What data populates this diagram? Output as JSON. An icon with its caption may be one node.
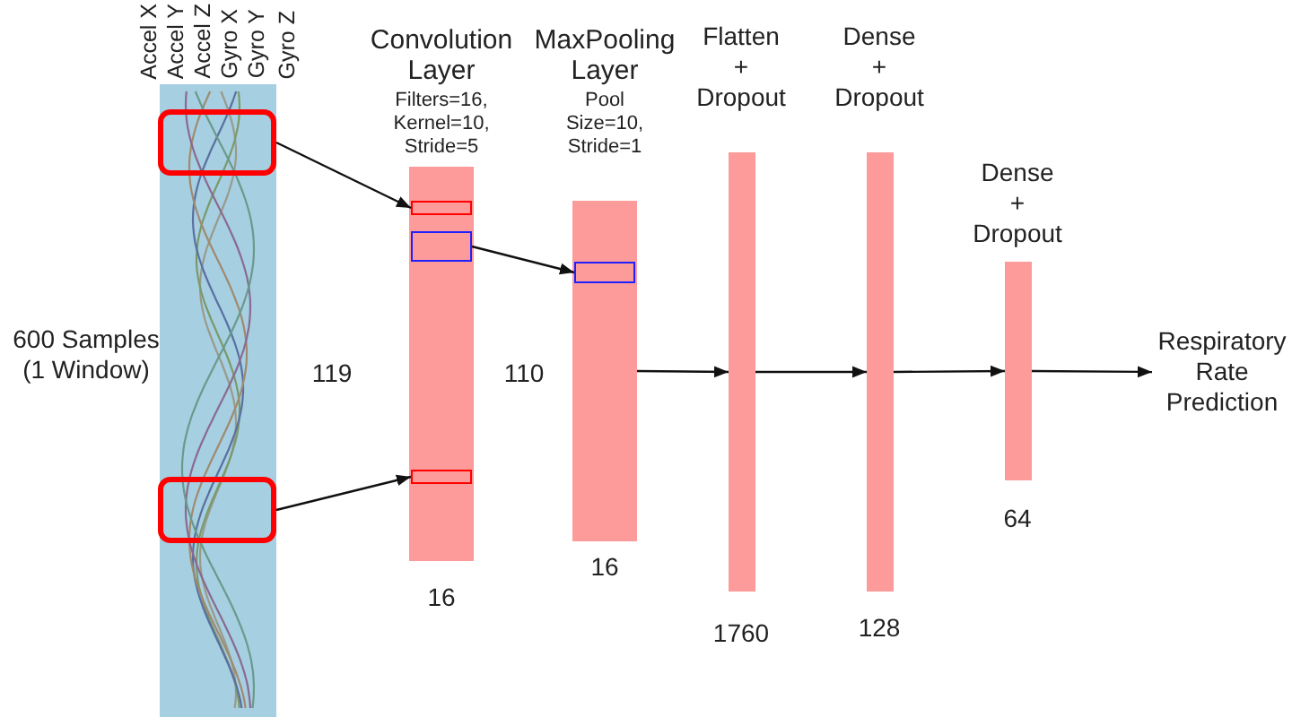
{
  "diagram": {
    "nodes": [
      {
        "text": [],
        "shape": "picture",
        "beside": [
          "600 Samples (1 Window)"
        ]
      },
      {
        "text": [],
        "shape": "box",
        "in": 0
      },
      {
        "text": [],
        "shape": "box",
        "in": 0
      },
      {
        "text": [
          "Convolution Layer",
          "Filters=16, Kernel=10, Stride=5"
        ],
        "beside": [
          "119",
          "16"
        ]
      },
      {
        "text": [],
        "shape": "box",
        "in": 3
      },
      {
        "text": [],
        "shape": "box",
        "in": 3
      },
      {
        "text": [],
        "shape": "box",
        "in": 3
      },
      {
        "text": [
          "MaxPooling Layer",
          "Pool Size=10, Stride=1"
        ],
        "beside": [
          "110",
          "16"
        ]
      },
      {
        "text": [],
        "shape": "box",
        "in": 7
      },
      {
        "text": [
          "Flatten + Dropout"
        ],
        "beside": [
          "1760"
        ]
      },
      {
        "text": [
          "Dense + Dropout"
        ],
        "beside": [
          "128"
        ]
      },
      {
        "text": [
          "Dense + Dropout"
        ],
        "beside": [
          "64"
        ]
      },
      {
        "text": [
          "Respiratory Rate Prediction"
        ]
      }
    ],
    "edges": [
      {
        "from": 1,
        "to": 4,
        "arrow": "to"
      },
      {
        "from": 2,
        "to": 6,
        "arrow": "to"
      },
      {
        "from": 5,
        "to": 8,
        "arrow": "to"
      },
      {
        "from": 7,
        "to": 9,
        "arrow": "to"
      },
      {
        "from": 9,
        "to": 10,
        "arrow": "to"
      },
      {
        "from": 10,
        "to": 11,
        "arrow": "to"
      },
      {
        "from": 11,
        "to": 12,
        "arrow": "to"
      }
    ],
    "labels": [
      "Accel X",
      "Accel Y",
      "Accel Z",
      "Gyro X",
      "Gyro Y",
      "Gyro Z"
    ]
  }
}
